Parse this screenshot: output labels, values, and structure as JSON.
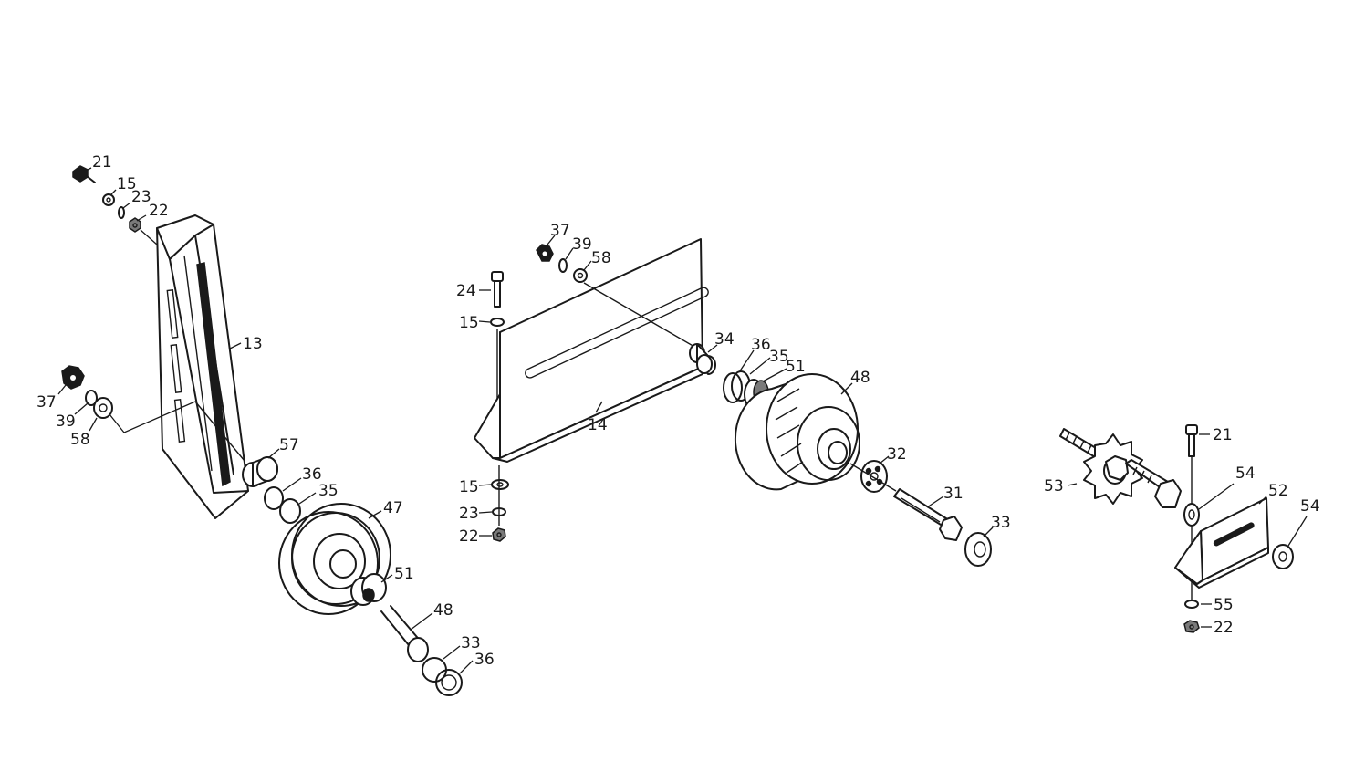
{
  "labels": {
    "a1_21": "21",
    "a1_15": "15",
    "a1_23": "23",
    "a1_22": "22",
    "a1_13": "13",
    "a1_37": "37",
    "a1_39": "39",
    "a1_58": "58",
    "a1_57": "57",
    "a1_36": "36",
    "a1_35": "35",
    "a1_47": "47",
    "a1_51": "51",
    "a1_48": "48",
    "a1_33": "33",
    "a1_36b": "36",
    "a2_37": "37",
    "a2_39": "39",
    "a2_58": "58",
    "a2_24": "24",
    "a2_15": "15",
    "a2_14": "14",
    "a2_15b": "15",
    "a2_23": "23",
    "a2_22": "22",
    "a2_34": "34",
    "a2_36": "36",
    "a2_35": "35",
    "a2_51": "51",
    "a2_48": "48",
    "a2_32": "32",
    "a2_31": "31",
    "a2_33": "33",
    "a3_21": "21",
    "a3_53": "53",
    "a3_54": "54",
    "a3_52": "52",
    "a3_54b": "54",
    "a3_55": "55",
    "a3_22": "22"
  }
}
